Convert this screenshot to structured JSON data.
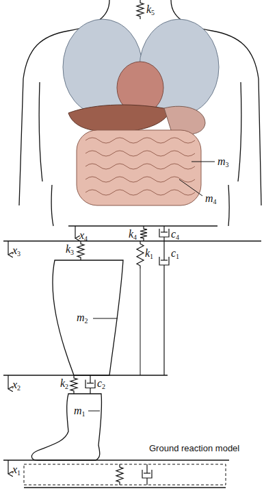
{
  "diagram": {
    "labels": [
      "k5",
      "m3",
      "m4",
      "x4",
      "k4",
      "c4",
      "x3",
      "k3",
      "k1",
      "c1",
      "m2",
      "x2",
      "k2",
      "c2",
      "m1",
      "x1",
      "Ground reaction model"
    ]
  }
}
